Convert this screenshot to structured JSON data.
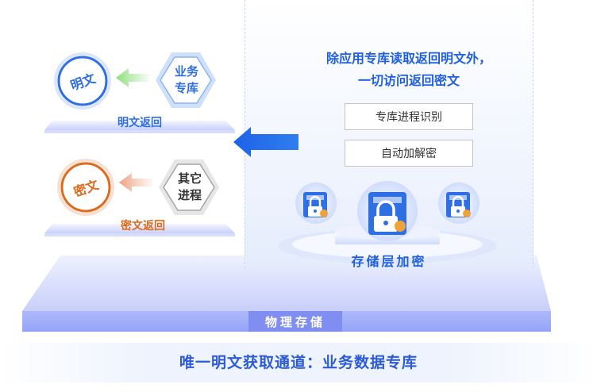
{
  "left": {
    "plain_circle": "明文",
    "business_hex": [
      "业务",
      "专库"
    ],
    "plain_return": "明文返回",
    "cipher_circle": "密文",
    "other_hex": [
      "其它",
      "进程"
    ],
    "cipher_return": "密文返回"
  },
  "right": {
    "heading_line1": "除应用专库读取返回明文外，",
    "heading_line2": "一切访问返回密文",
    "box1": "专库进程识别",
    "box2": "自动加解密",
    "storage_layer": "存储层加密"
  },
  "base_label": "物理存储",
  "caption": "唯一明文获取通道：业务数据专库",
  "colors": {
    "blue": "#1f5fe0",
    "orange": "#e06a1b",
    "purple": "#8a96f3"
  }
}
